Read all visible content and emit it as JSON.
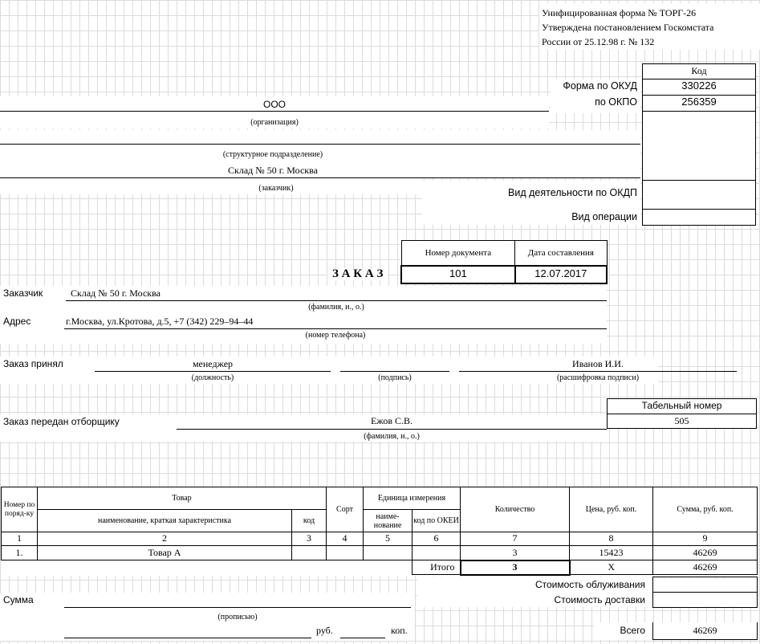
{
  "header": {
    "form_name": "Унифицированная форма № ТОРГ-26",
    "approved": "Утверждена постановлением Госкомстата",
    "russia": "России от 25.12.98 г. № 132"
  },
  "codes": {
    "code_header": "Код",
    "okud_label": "Форма по ОКУД",
    "okud_value": "330226",
    "okpo_label": "по ОКПО",
    "okpo_value": "256359",
    "okdp_label": "Вид деятельности по ОКДП",
    "okdp_value": "",
    "operation_label": "Вид операции",
    "operation_value": ""
  },
  "organization": {
    "value": "ООО",
    "caption": "(организация)",
    "division_value": "",
    "division_caption": "(структурное подразделение)",
    "customer_value": "Склад № 50 г. Москва",
    "customer_caption": "(заказчик)"
  },
  "doc": {
    "title": "З А К А З",
    "number_header": "Номер документа",
    "date_header": "Дата составления",
    "number": "101",
    "date": "12.07.2017"
  },
  "customer": {
    "label": "Заказчик",
    "value": "Склад № 50 г. Москва",
    "caption": "(фамилия, и., о.)",
    "address_label": "Адрес",
    "address_value": "г.Москва, ул.Кротова, д.5, +7 (342) 229–94–44",
    "address_caption": "(номер телефона)"
  },
  "accepted": {
    "label": "Заказ принял",
    "position": "менеджер",
    "position_caption": "(должность)",
    "signature_caption": "(подпись)",
    "name": "Иванов И.И.",
    "name_caption": "(расшифровка подписи)"
  },
  "transferred": {
    "label": "Заказ передан отборщику",
    "name": "Ежов С.В.",
    "caption": "(фамилия, и., о.)",
    "tab_header": "Табельный номер",
    "tab_value": "505"
  },
  "table": {
    "h_num": "Номер по поряд-ку",
    "h_goods": "Товар",
    "h_name": "наименование, краткая характеристика",
    "h_code": "код",
    "h_sort": "Сорт",
    "h_unit": "Единица измерения",
    "h_unit_name": "наиме-нование",
    "h_okei": "код по ОКЕИ",
    "h_qty": "Количество",
    "h_price": "Цена, руб. коп.",
    "h_sum": "Сумма, руб. коп.",
    "col_numbers": [
      "1",
      "2",
      "3",
      "4",
      "5",
      "6",
      "7",
      "8",
      "9"
    ],
    "rows": [
      {
        "num": "1.",
        "name": "Товар А",
        "code": "",
        "sort": "",
        "unit": "",
        "okei": "",
        "qty": "3",
        "price": "15423",
        "sum": "46269"
      }
    ],
    "total_label": "Итого",
    "total_qty": "3",
    "total_price": "X",
    "total_sum": "46269"
  },
  "footer": {
    "service_label": "Стоимость облуживания",
    "service_value": "",
    "delivery_label": "Стоимость доставки",
    "delivery_value": "",
    "sum_label": "Сумма",
    "words_caption": "(прописью)",
    "rub": "руб.",
    "kop": "коп.",
    "total_label": "Всего",
    "total_value": "46269"
  }
}
